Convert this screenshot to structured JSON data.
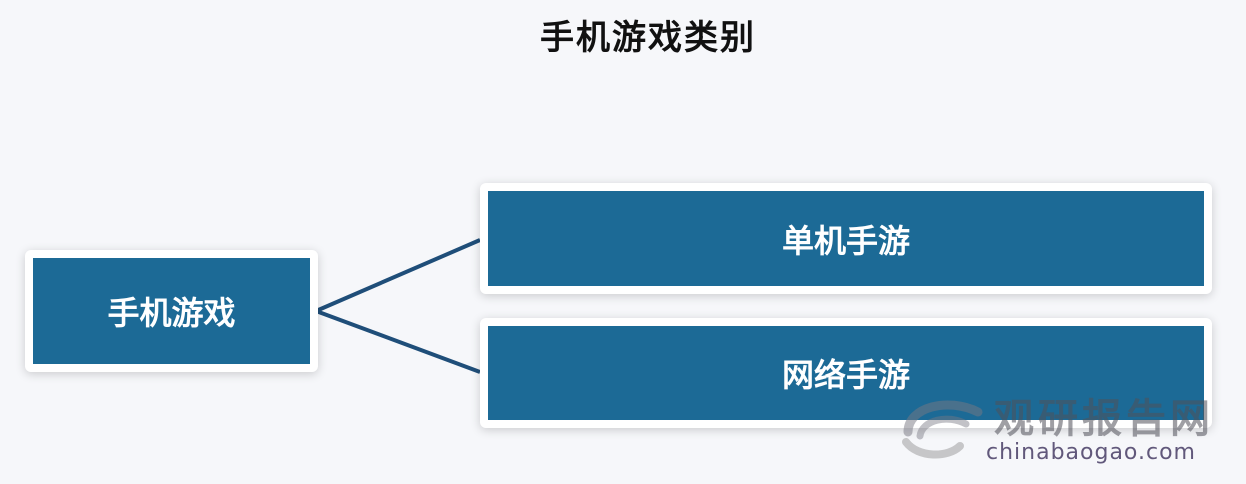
{
  "title": "手机游戏类别",
  "diagram": {
    "root": {
      "label": "手机游戏"
    },
    "children": [
      {
        "label": "单机手游"
      },
      {
        "label": "网络手游"
      }
    ],
    "colors": {
      "node_fill": "#1c6a96",
      "connector": "#1f4e79",
      "node_text": "#ffffff"
    }
  },
  "watermark": {
    "brand": "观研报告网",
    "url": "chinabaogao.com"
  }
}
